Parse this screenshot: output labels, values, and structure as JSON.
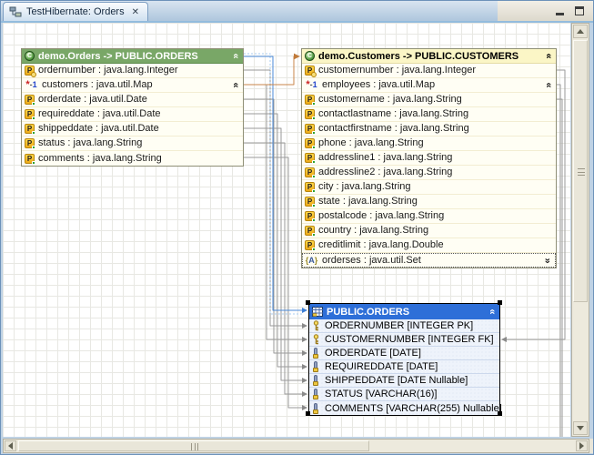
{
  "tab": {
    "title": "TestHibernate: Orders",
    "close_label": "✕",
    "icon": "diagram-icon"
  },
  "window_controls": {
    "icons": [
      "minimize-icon",
      "maximize-icon"
    ]
  },
  "entities": [
    {
      "title": "demo.Orders -> PUBLIC.ORDERS",
      "header_style": "green",
      "header_icon": "class-icon",
      "collapse_icon": "chevron-double-up",
      "fields": [
        {
          "label": "ordernumber : java.lang.Integer",
          "icon": "id-property-icon"
        },
        {
          "label": "customers : java.util.Map",
          "icon": "many-to-one-icon",
          "chevron": "up"
        },
        {
          "label": "orderdate : java.util.Date",
          "icon": "property-icon"
        },
        {
          "label": "requireddate : java.util.Date",
          "icon": "property-icon"
        },
        {
          "label": "shippeddate : java.util.Date",
          "icon": "property-icon"
        },
        {
          "label": "status : java.lang.String",
          "icon": "property-icon"
        },
        {
          "label": "comments : java.lang.String",
          "icon": "property-icon"
        }
      ]
    },
    {
      "title": "demo.Customers -> PUBLIC.CUSTOMERS",
      "header_style": "cream",
      "header_icon": "class-icon",
      "collapse_icon": "chevron-double-up",
      "fields": [
        {
          "label": "customernumber : java.lang.Integer",
          "icon": "id-property-icon"
        },
        {
          "label": "employees : java.util.Map",
          "icon": "many-to-one-icon",
          "chevron": "up"
        },
        {
          "label": "customername : java.lang.String",
          "icon": "property-icon"
        },
        {
          "label": "contactlastname : java.lang.String",
          "icon": "property-icon"
        },
        {
          "label": "contactfirstname : java.lang.String",
          "icon": "property-icon"
        },
        {
          "label": "phone : java.lang.String",
          "icon": "property-icon"
        },
        {
          "label": "addressline1 : java.lang.String",
          "icon": "property-icon"
        },
        {
          "label": "addressline2 : java.lang.String",
          "icon": "property-icon"
        },
        {
          "label": "city : java.lang.String",
          "icon": "property-icon"
        },
        {
          "label": "state : java.lang.String",
          "icon": "property-icon"
        },
        {
          "label": "postalcode : java.lang.String",
          "icon": "property-icon"
        },
        {
          "label": "country : java.lang.String",
          "icon": "property-icon"
        },
        {
          "label": "creditlimit : java.lang.Double",
          "icon": "property-icon"
        },
        {
          "label": "orderses : java.util.Set",
          "icon": "collection-icon",
          "chevron": "down",
          "dashed": true
        }
      ]
    }
  ],
  "table": {
    "title": "PUBLIC.ORDERS",
    "header_icon": "table-icon",
    "collapse_icon": "chevron-double-up",
    "columns": [
      {
        "label": "ORDERNUMBER [INTEGER PK]",
        "icon": "key-icon"
      },
      {
        "label": "CUSTOMERNUMBER [INTEGER FK]",
        "icon": "key-icon"
      },
      {
        "label": "ORDERDATE [DATE]",
        "icon": "column-icon"
      },
      {
        "label": "REQUIREDDATE [DATE]",
        "icon": "column-icon"
      },
      {
        "label": "SHIPPEDDATE [DATE Nullable]",
        "icon": "column-icon"
      },
      {
        "label": "STATUS [VARCHAR(16)]",
        "icon": "column-icon"
      },
      {
        "label": "COMMENTS [VARCHAR(255) Nullable]",
        "icon": "column-icon"
      }
    ]
  },
  "colors": {
    "selected_entity_header": "#79a767",
    "entity_header": "#fbf6c6",
    "entity_body": "#fffef4",
    "table_header": "#2e6fd8",
    "association_line": "#c8854a",
    "class_to_table_line": "#4a8ad8",
    "column_mapping_line": "#9a9a9a",
    "canvas_grid": "#e8e8e3"
  }
}
